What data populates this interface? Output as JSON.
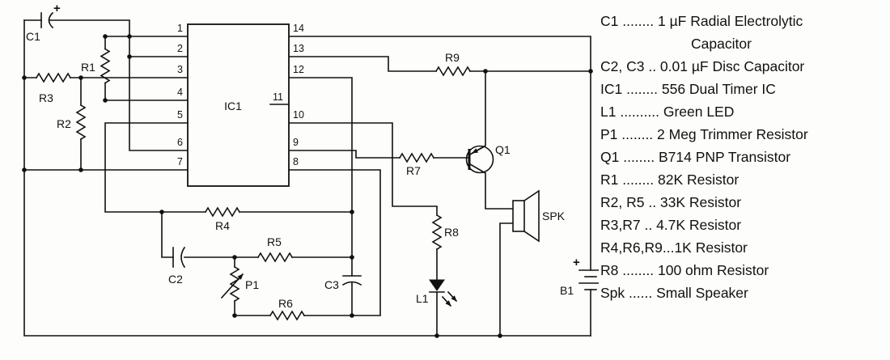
{
  "schematic": {
    "labels": {
      "c1": "C1",
      "c1_plus": "+",
      "r1": "R1",
      "r2": "R2",
      "r3": "R3",
      "r4": "R4",
      "r5": "R5",
      "r6": "R6",
      "r7": "R7",
      "r8": "R8",
      "r9": "R9",
      "ic1": "IC1",
      "c2": "C2",
      "c3": "C3",
      "p1": "P1",
      "q1": "Q1",
      "l1": "L1",
      "spk": "SPK",
      "b1": "B1",
      "b1_plus": "+"
    },
    "ic1_pins_left": [
      "1",
      "2",
      "3",
      "4",
      "5",
      "6",
      "7"
    ],
    "ic1_pins_right": [
      "14",
      "13",
      "12",
      "11",
      "10",
      "9",
      "8"
    ]
  },
  "parts_list": {
    "lines": [
      {
        "ref": "C1",
        "dots": " ........ ",
        "desc": "1 µF Radial Electrolytic"
      },
      {
        "ref": "",
        "dots": "",
        "desc": "Capacitor"
      },
      {
        "ref": "C2, C3",
        "dots": " .. ",
        "desc": "0.01 µF Disc Capacitor"
      },
      {
        "ref": "IC1",
        "dots": " ........ ",
        "desc": "556 Dual Timer IC"
      },
      {
        "ref": "L1",
        "dots": " .......... ",
        "desc": "Green LED"
      },
      {
        "ref": "P1",
        "dots": " ........ ",
        "desc": "2 Meg Trimmer Resistor"
      },
      {
        "ref": "Q1",
        "dots": " ........ ",
        "desc": "B714 PNP Transistor"
      },
      {
        "ref": "R1",
        "dots": " ........ ",
        "desc": "82K Resistor"
      },
      {
        "ref": "R2, R5",
        "dots": " .. ",
        "desc": "33K Resistor"
      },
      {
        "ref": "R3,R7",
        "dots": " .. ",
        "desc": "4.7K Resistor"
      },
      {
        "ref": "R4,R6,R9",
        "dots": "...",
        "desc": "1K Resistor"
      },
      {
        "ref": "R8",
        "dots": " ........ ",
        "desc": "100 ohm Resistor"
      },
      {
        "ref": "Spk",
        "dots": " ...... ",
        "desc": "Small Speaker"
      }
    ]
  }
}
